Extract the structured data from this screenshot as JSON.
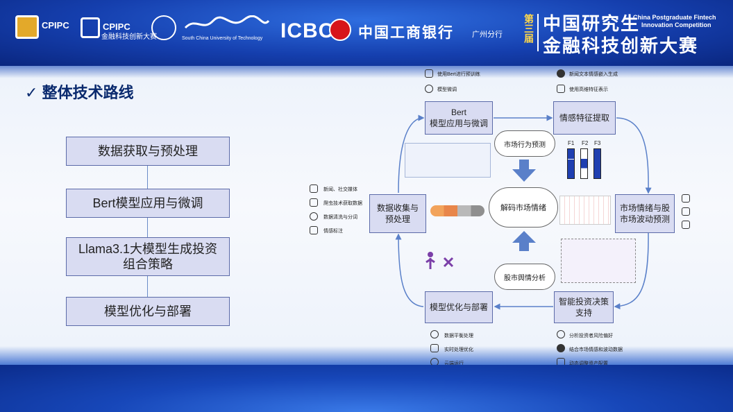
{
  "header": {
    "cpipc_logo_text": "CPIPC",
    "cpipc_sub": "金融科技创新大赛",
    "university": "South China University of Technology",
    "icbc": "ICBC",
    "bank": "中国工商银行",
    "bank_branch": "广州分行",
    "contest_num": "第三届",
    "contest_title_1": "中国研究生",
    "contest_title_2": "金融科技创新大赛",
    "contest_en_1": "China Postgraduate Fintech",
    "contest_en_2": "Innovation Competition"
  },
  "title": "整体技术路线",
  "checkmark": "✓",
  "steps": [
    "数据获取与预处理",
    "Bert模型应用与微调",
    "Llama3.1大模型生成投资组合策略",
    "模型优化与部署"
  ],
  "diagram": {
    "node_bert_1": "Bert",
    "node_bert_2": "模型应用与微调",
    "node_emotion": "情感特征提取",
    "node_market_1": "市场情绪与股",
    "node_market_2": "市场波动预测",
    "node_invest_1": "智能投资决策",
    "node_invest_2": "支持",
    "node_opt": "模型优化与部署",
    "node_collect_1": "数据收集与",
    "node_collect_2": "预处理",
    "center": "解码市场情绪",
    "cloud_top": "市场行为预测",
    "cloud_bottom": "股市舆情分析",
    "bert_notes": [
      "使用Bert进行预训练",
      "模型微调"
    ],
    "emotion_notes": [
      "新闻文本情感嵌入生成",
      "使用高维特征表示"
    ],
    "collect_notes": [
      "新闻、社交媒体",
      "爬虫技术获取数据",
      "数据清洗与分词",
      "情感标注"
    ],
    "invest_notes": [
      "分析投资者风险偏好",
      "结合市场情感和波动数据",
      "动态调整资产配置"
    ],
    "opt_notes": [
      "数据平衡处理",
      "实时处理优化",
      "云端运行"
    ],
    "f_labels": [
      "F1",
      "F2",
      "F3"
    ]
  },
  "colors": {
    "node_fill": "#d9dcf2",
    "node_border": "#5b6aa8",
    "banner": "#153fae",
    "arrow": "#5a80c9"
  }
}
